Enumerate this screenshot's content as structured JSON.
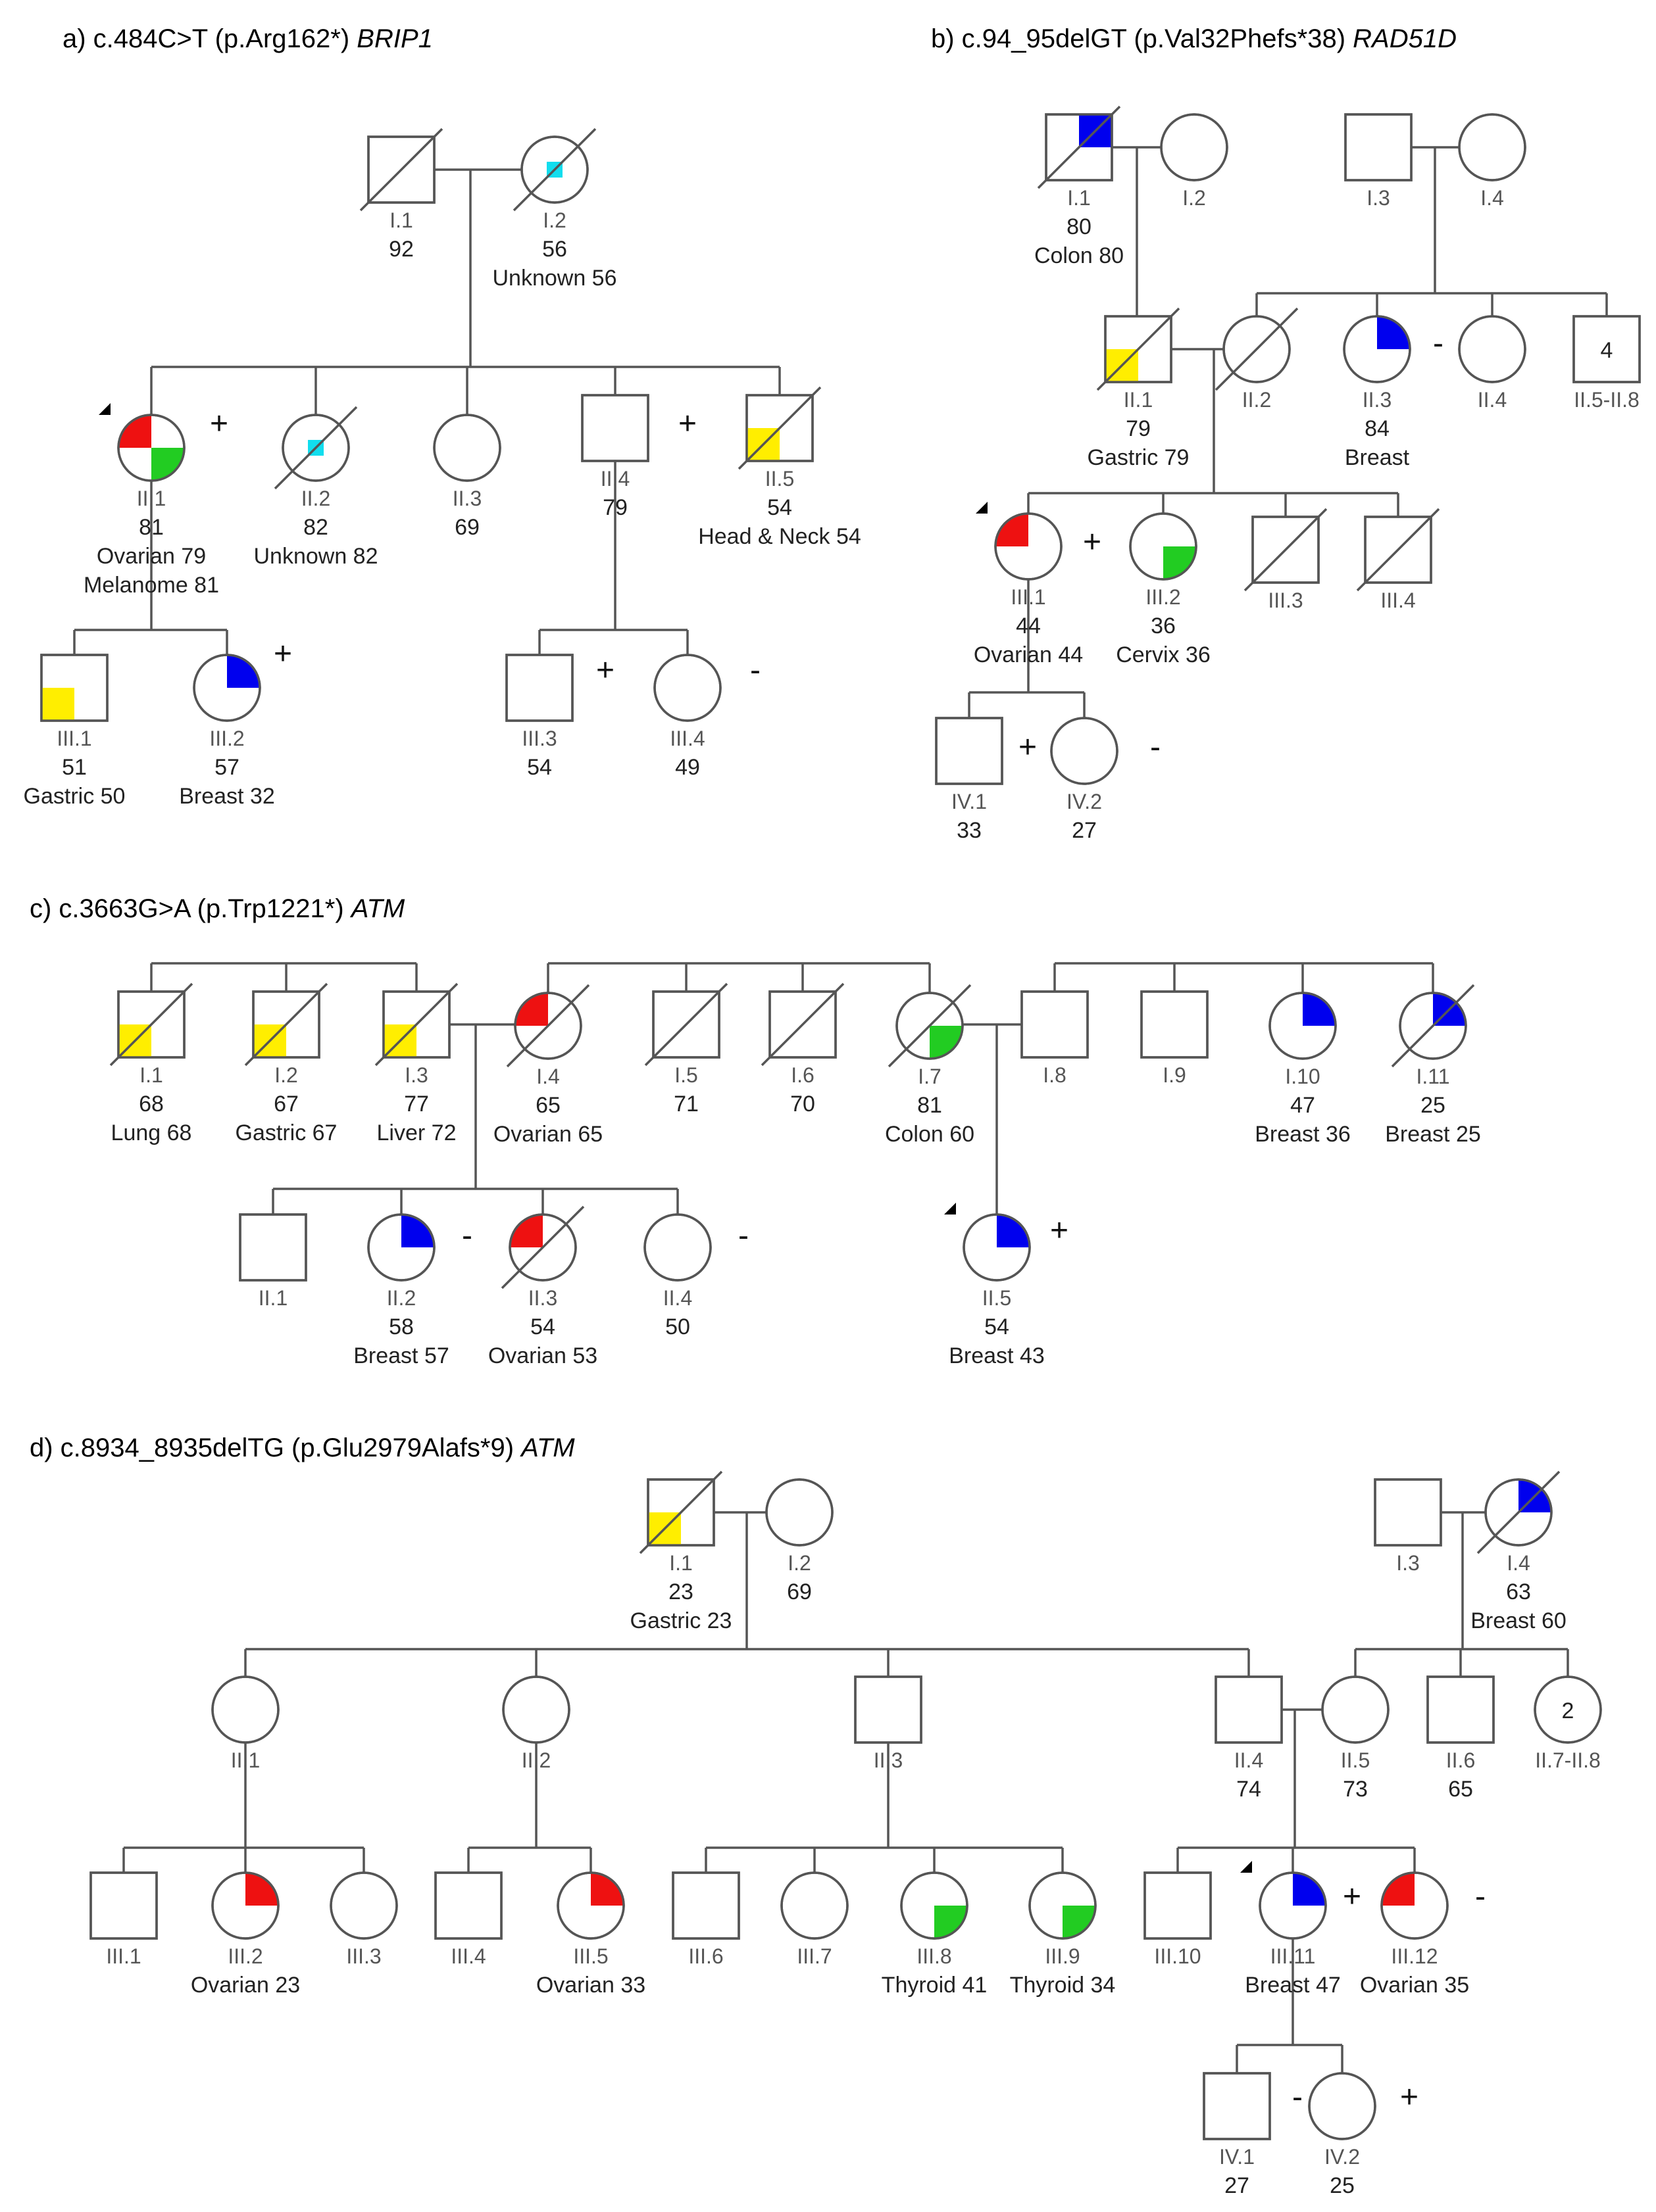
{
  "colors": {
    "line": "#555555",
    "breast": "#0000ee",
    "ovarian": "#ee1111",
    "green_cancer": "#22cc22",
    "gastrointestinal_other": "#ffee00",
    "unknown": "#11ddee",
    "proband_arrow": "#000000"
  },
  "panels": [
    {
      "id": "a",
      "title": "a) c.484C>T (p.Arg162*) ",
      "gene": "BRIP1",
      "people": [
        {
          "id": "I.1",
          "sex": "m",
          "dec": true,
          "lines": [
            "I.1",
            "92"
          ]
        },
        {
          "id": "I.2",
          "sex": "f",
          "dec": true,
          "lines": [
            "I.2",
            "56",
            "Unknown 56"
          ],
          "center": "#11ddee"
        },
        {
          "id": "II.1",
          "sex": "f",
          "lines": [
            "II.1",
            "81",
            "Ovarian 79",
            "Melanome 81"
          ],
          "quads": {
            "tl": "#ee1111",
            "br": "#22cc22"
          },
          "proband": true
        },
        {
          "id": "II.2",
          "sex": "f",
          "dec": true,
          "lines": [
            "II.2",
            "82",
            "Unknown 82"
          ],
          "center": "#11ddee"
        },
        {
          "id": "II.3",
          "sex": "f",
          "lines": [
            "II.3",
            "69"
          ]
        },
        {
          "id": "II.4",
          "sex": "m",
          "lines": [
            "II.4",
            "79"
          ]
        },
        {
          "id": "II.5",
          "sex": "m",
          "dec": true,
          "lines": [
            "II.5",
            "54",
            "Head & Neck 54"
          ],
          "quads": {
            "bl": "#ffee00"
          }
        },
        {
          "id": "III.1",
          "sex": "m",
          "lines": [
            "III.1",
            "51",
            "Gastric 50"
          ],
          "quads": {
            "bl": "#ffee00"
          }
        },
        {
          "id": "III.2",
          "sex": "f",
          "lines": [
            "III.2",
            "57",
            "Breast 32"
          ],
          "quads": {
            "tr": "#0000ee"
          }
        },
        {
          "id": "III.3",
          "sex": "m",
          "lines": [
            "III.3",
            "54"
          ]
        },
        {
          "id": "III.4",
          "sex": "f",
          "lines": [
            "III.4",
            "49"
          ]
        }
      ],
      "signs": [
        "+",
        "+",
        "+",
        "+",
        "-"
      ]
    },
    {
      "id": "b",
      "title": "b) c.94_95delGT (p.Val32Phefs*38) ",
      "gene": "RAD51D",
      "people": [
        {
          "id": "I.1",
          "sex": "m",
          "dec": true,
          "lines": [
            "I.1",
            "80",
            "Colon 80"
          ],
          "quads": {
            "tr": "#0000ee"
          }
        },
        {
          "id": "I.2",
          "sex": "f",
          "lines": [
            "I.2"
          ]
        },
        {
          "id": "I.3",
          "sex": "m",
          "lines": [
            "I.3"
          ]
        },
        {
          "id": "I.4",
          "sex": "f",
          "lines": [
            "I.4"
          ]
        },
        {
          "id": "II.1",
          "sex": "m",
          "dec": true,
          "lines": [
            "II.1",
            "79",
            "Gastric 79"
          ],
          "quads": {
            "bl": "#ffee00"
          }
        },
        {
          "id": "II.2",
          "sex": "f",
          "dec": true,
          "lines": [
            "II.2"
          ]
        },
        {
          "id": "II.3",
          "sex": "f",
          "lines": [
            "II.3",
            "84",
            "Breast"
          ],
          "quads": {
            "tr": "#0000ee"
          }
        },
        {
          "id": "II.4",
          "sex": "f",
          "lines": [
            "II.4"
          ]
        },
        {
          "id": "II.5-II.8",
          "sex": "m",
          "lines": [
            "II.5-II.8"
          ],
          "count": "4"
        },
        {
          "id": "III.1",
          "sex": "f",
          "lines": [
            "III.1",
            "44",
            "Ovarian 44"
          ],
          "quads": {
            "tl": "#ee1111"
          },
          "proband": true
        },
        {
          "id": "III.2",
          "sex": "f",
          "lines": [
            "III.2",
            "36",
            "Cervix 36"
          ],
          "quads": {
            "br": "#22cc22"
          }
        },
        {
          "id": "III.3",
          "sex": "m",
          "dec": true,
          "lines": [
            "III.3"
          ]
        },
        {
          "id": "III.4",
          "sex": "m",
          "dec": true,
          "lines": [
            "III.4"
          ]
        },
        {
          "id": "IV.1",
          "sex": "m",
          "lines": [
            "IV.1",
            "33"
          ]
        },
        {
          "id": "IV.2",
          "sex": "f",
          "lines": [
            "IV.2",
            "27"
          ]
        }
      ],
      "signs": [
        "-",
        "+",
        "+",
        "-"
      ]
    },
    {
      "id": "c",
      "title": "c) c.3663G>A (p.Trp1221*) ",
      "gene": "ATM",
      "people": [
        {
          "id": "I.1",
          "sex": "m",
          "dec": true,
          "lines": [
            "I.1",
            "68",
            "Lung 68"
          ],
          "quads": {
            "bl": "#ffee00"
          }
        },
        {
          "id": "I.2",
          "sex": "m",
          "dec": true,
          "lines": [
            "I.2",
            "67",
            "Gastric 67"
          ],
          "quads": {
            "bl": "#ffee00"
          }
        },
        {
          "id": "I.3",
          "sex": "m",
          "dec": true,
          "lines": [
            "I.3",
            "77",
            "Liver 72"
          ],
          "quads": {
            "bl": "#ffee00"
          }
        },
        {
          "id": "I.4",
          "sex": "f",
          "dec": true,
          "lines": [
            "I.4",
            "65",
            "Ovarian 65"
          ],
          "quads": {
            "tl": "#ee1111"
          }
        },
        {
          "id": "I.5",
          "sex": "m",
          "dec": true,
          "lines": [
            "I.5",
            "71"
          ]
        },
        {
          "id": "I.6",
          "sex": "m",
          "dec": true,
          "lines": [
            "I.6",
            "70"
          ]
        },
        {
          "id": "I.7",
          "sex": "f",
          "dec": true,
          "lines": [
            "I.7",
            "81",
            "Colon 60"
          ],
          "quads": {
            "br": "#22cc22"
          }
        },
        {
          "id": "I.8",
          "sex": "m",
          "lines": [
            "I.8"
          ]
        },
        {
          "id": "I.9",
          "sex": "m",
          "lines": [
            "I.9"
          ]
        },
        {
          "id": "I.10",
          "sex": "f",
          "lines": [
            "I.10",
            "47",
            "Breast 36"
          ],
          "quads": {
            "tr": "#0000ee"
          }
        },
        {
          "id": "I.11",
          "sex": "f",
          "dec": true,
          "lines": [
            "I.11",
            "25",
            "Breast 25"
          ],
          "quads": {
            "tr": "#0000ee"
          }
        },
        {
          "id": "II.1",
          "sex": "m",
          "lines": [
            "II.1"
          ]
        },
        {
          "id": "II.2",
          "sex": "f",
          "lines": [
            "II.2",
            "58",
            "Breast 57"
          ],
          "quads": {
            "tr": "#0000ee"
          }
        },
        {
          "id": "II.3",
          "sex": "f",
          "dec": true,
          "lines": [
            "II.3",
            "54",
            "Ovarian 53"
          ],
          "quads": {
            "tl": "#ee1111"
          }
        },
        {
          "id": "II.4",
          "sex": "f",
          "lines": [
            "II.4",
            "50"
          ]
        },
        {
          "id": "II.5",
          "sex": "f",
          "lines": [
            "II.5",
            "54",
            "Breast 43"
          ],
          "quads": {
            "tr": "#0000ee"
          },
          "proband": true
        }
      ],
      "signs": [
        "-",
        "-",
        "+"
      ]
    },
    {
      "id": "d",
      "title": "d) c.8934_8935delTG (p.Glu2979Alafs*9) ",
      "gene": "ATM",
      "people": [
        {
          "id": "I.1",
          "sex": "m",
          "dec": true,
          "lines": [
            "I.1",
            "23",
            "Gastric 23"
          ],
          "quads": {
            "bl": "#ffee00"
          }
        },
        {
          "id": "I.2",
          "sex": "f",
          "lines": [
            "I.2",
            "69"
          ]
        },
        {
          "id": "I.3",
          "sex": "m",
          "lines": [
            "I.3"
          ]
        },
        {
          "id": "I.4",
          "sex": "f",
          "dec": true,
          "lines": [
            "I.4",
            "63",
            "Breast 60"
          ],
          "quads": {
            "tr": "#0000ee"
          }
        },
        {
          "id": "II.1",
          "sex": "f",
          "lines": [
            "II.1"
          ]
        },
        {
          "id": "II.2",
          "sex": "f",
          "lines": [
            "II.2"
          ]
        },
        {
          "id": "II.3",
          "sex": "m",
          "lines": [
            "II.3"
          ]
        },
        {
          "id": "II.4",
          "sex": "m",
          "lines": [
            "II.4",
            "74"
          ]
        },
        {
          "id": "II.5",
          "sex": "f",
          "lines": [
            "II.5",
            "73"
          ]
        },
        {
          "id": "II.6",
          "sex": "m",
          "lines": [
            "II.6",
            "65"
          ]
        },
        {
          "id": "II.7-II.8",
          "sex": "f",
          "lines": [
            "II.7-II.8"
          ],
          "count": "2"
        },
        {
          "id": "III.1",
          "sex": "m",
          "lines": [
            "III.1"
          ]
        },
        {
          "id": "III.2",
          "sex": "f",
          "lines": [
            "III.2",
            "Ovarian 23"
          ],
          "quads": {
            "tr": "#ee1111"
          }
        },
        {
          "id": "III.3",
          "sex": "f",
          "lines": [
            "III.3"
          ]
        },
        {
          "id": "III.4",
          "sex": "m",
          "lines": [
            "III.4"
          ]
        },
        {
          "id": "III.5",
          "sex": "f",
          "lines": [
            "III.5",
            "Ovarian 33"
          ],
          "quads": {
            "tr": "#ee1111"
          }
        },
        {
          "id": "III.6",
          "sex": "m",
          "lines": [
            "III.6"
          ]
        },
        {
          "id": "III.7",
          "sex": "f",
          "lines": [
            "III.7"
          ]
        },
        {
          "id": "III.8",
          "sex": "f",
          "lines": [
            "III.8",
            "Thyroid 41"
          ],
          "quads": {
            "br": "#22cc22"
          }
        },
        {
          "id": "III.9",
          "sex": "f",
          "lines": [
            "III.9",
            "Thyroid 34"
          ],
          "quads": {
            "br": "#22cc22"
          }
        },
        {
          "id": "III.10",
          "sex": "m",
          "lines": [
            "III.10"
          ]
        },
        {
          "id": "III.11",
          "sex": "f",
          "lines": [
            "III.11",
            "Breast 47"
          ],
          "quads": {
            "tr": "#0000ee"
          },
          "proband": true
        },
        {
          "id": "III.12",
          "sex": "f",
          "lines": [
            "III.12",
            "Ovarian 35"
          ],
          "quads": {
            "tl": "#ee1111"
          }
        },
        {
          "id": "IV.1",
          "sex": "m",
          "lines": [
            "IV.1",
            "27"
          ]
        },
        {
          "id": "IV.2",
          "sex": "f",
          "lines": [
            "IV.2",
            "25"
          ]
        }
      ],
      "signs": [
        "+",
        "-",
        "-",
        "+"
      ]
    }
  ]
}
